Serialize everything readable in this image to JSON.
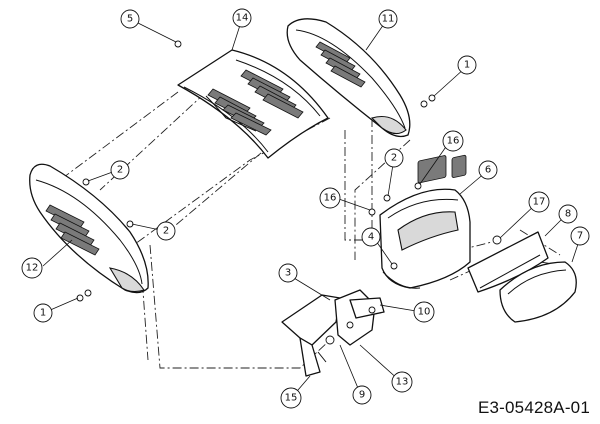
{
  "callouts": [
    {
      "id": "c1a",
      "num": "1"
    },
    {
      "id": "c1b",
      "num": "1"
    },
    {
      "id": "c2a",
      "num": "2"
    },
    {
      "id": "c2b",
      "num": "2"
    },
    {
      "id": "c2c",
      "num": "2"
    },
    {
      "id": "c3",
      "num": "3"
    },
    {
      "id": "c4",
      "num": "4"
    },
    {
      "id": "c5",
      "num": "5"
    },
    {
      "id": "c6",
      "num": "6"
    },
    {
      "id": "c7",
      "num": "7"
    },
    {
      "id": "c8",
      "num": "8"
    },
    {
      "id": "c9",
      "num": "9"
    },
    {
      "id": "c10",
      "num": "10"
    },
    {
      "id": "c11",
      "num": "11"
    },
    {
      "id": "c12",
      "num": "12"
    },
    {
      "id": "c13",
      "num": "13"
    },
    {
      "id": "c14",
      "num": "14"
    },
    {
      "id": "c15",
      "num": "15"
    },
    {
      "id": "c16a",
      "num": "16"
    },
    {
      "id": "c16b",
      "num": "16"
    },
    {
      "id": "c17",
      "num": "17"
    }
  ],
  "reference_code": "E3-05428A-01"
}
